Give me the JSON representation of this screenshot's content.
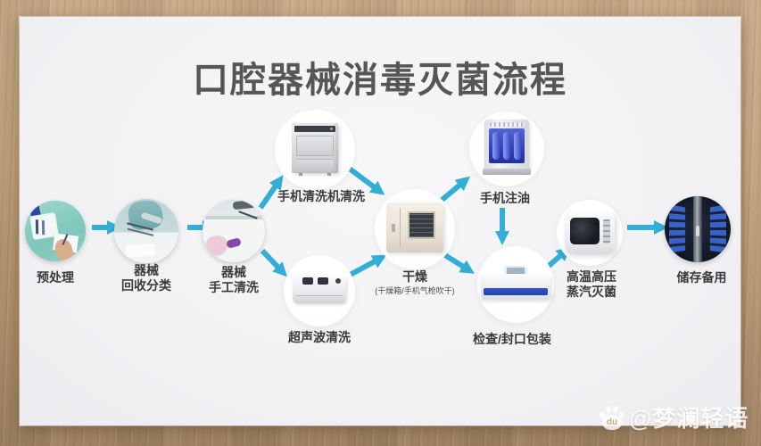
{
  "title": "口腔器械消毒灭菌流程",
  "colors": {
    "arrow": "#33aed6",
    "slide_bg": "#f3f3f5",
    "title_text": "#565659",
    "label_text": "#3a3a3c"
  },
  "steps": {
    "pretreatment": {
      "label": "预处理"
    },
    "recycle": {
      "label_line1": "器械",
      "label_line2": "回收分类"
    },
    "manual_wash": {
      "label_line1": "器械",
      "label_line2": "手工清洗"
    },
    "handpiece_washer": {
      "label": "手机清洗机清洗"
    },
    "ultrasonic": {
      "label": "超声波清洗"
    },
    "drying": {
      "label": "干燥",
      "sublabel": "(干燥箱/手机气枪吹干)"
    },
    "oiling": {
      "label": "手机注油"
    },
    "sealing": {
      "label": "检查/封口包装"
    },
    "autoclave": {
      "label_line1": "高温高压",
      "label_line2": "蒸汽灭菌"
    },
    "storage": {
      "label": "储存备用"
    }
  },
  "watermark": {
    "logo_text": "du",
    "handle": "@梦澜轻语"
  }
}
